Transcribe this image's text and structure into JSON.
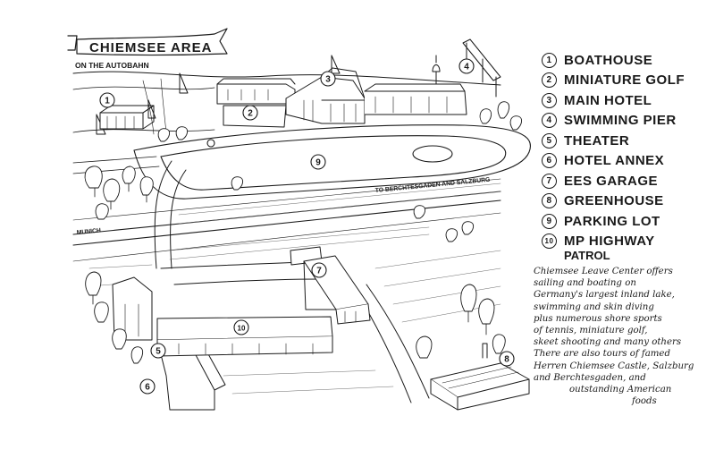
{
  "map": {
    "title": "CHIEMSEE AREA",
    "subtitle": "ON THE AUTOBAHN",
    "road_label_right": "TO BERCHTESGADEN AND SALZBURG",
    "road_label_left": "MUNICH",
    "markers": [
      "1",
      "2",
      "3",
      "4",
      "5",
      "6",
      "7",
      "8",
      "9",
      "10"
    ]
  },
  "legend": {
    "items": [
      {
        "num": "1",
        "label": "BOATHOUSE"
      },
      {
        "num": "2",
        "label": "MINIATURE GOLF"
      },
      {
        "num": "3",
        "label": "MAIN HOTEL"
      },
      {
        "num": "4",
        "label": "SWIMMING PIER"
      },
      {
        "num": "5",
        "label": "THEATER"
      },
      {
        "num": "6",
        "label": "HOTEL ANNEX"
      },
      {
        "num": "7",
        "label": "EES GARAGE"
      },
      {
        "num": "8",
        "label": "GREENHOUSE"
      },
      {
        "num": "9",
        "label": "PARKING LOT"
      },
      {
        "num": "10",
        "label": "MP HIGHWAY"
      }
    ],
    "item10_sub": "PATROL"
  },
  "caption": {
    "lines": [
      "Chiemsee Leave Center offers",
      "sailing and boating on",
      "Germany's largest inland lake,",
      "swimming and skin diving",
      "plus numerous shore sports",
      "of tennis, miniature golf,",
      "skeet shooting and many others",
      "There are also tours of famed",
      "Herren Chiemsee Castle, Salzburg",
      "and Berchtesgaden, and",
      "outstanding American",
      "foods"
    ]
  },
  "colors": {
    "ink": "#1a1a1a",
    "paper": "#ffffff",
    "shade": "#6b6b6b"
  }
}
